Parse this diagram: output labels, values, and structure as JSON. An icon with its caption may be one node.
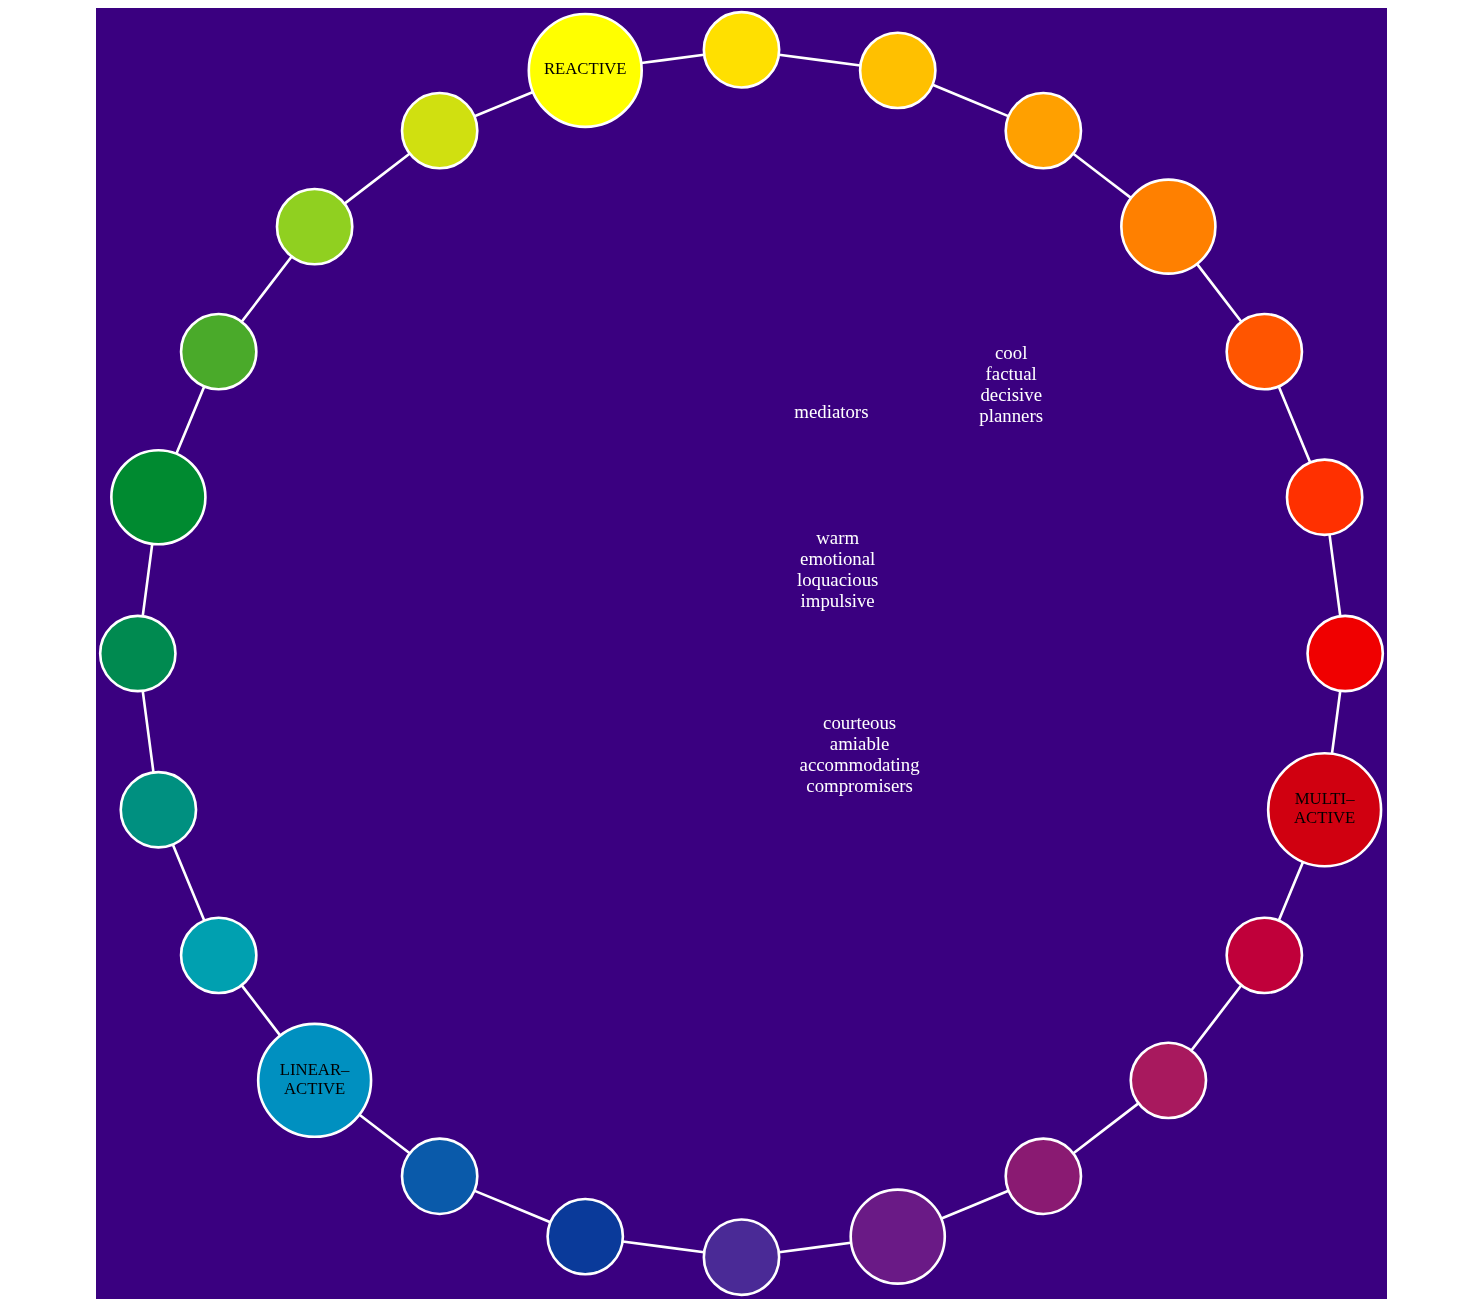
{
  "diagram": {
    "nodes": [
      {
        "text": [
          "MULTI– ACTIVE"
        ]
      },
      {
        "text": [],
        "shape": "circle"
      },
      {
        "text": [],
        "shape": "circle"
      },
      {
        "text": [],
        "shape": "circle"
      },
      {
        "text": [],
        "shape": "circle"
      },
      {
        "text": [],
        "shape": "circle"
      },
      {
        "text": [],
        "shape": "circle"
      },
      {
        "text": [],
        "shape": "circle"
      },
      {
        "text": [],
        "shape": "circle"
      },
      {
        "text": [],
        "shape": "circle"
      },
      {
        "text": [],
        "shape": "circle"
      },
      {
        "text": [],
        "shape": "circle"
      },
      {
        "text": [],
        "shape": "circle"
      },
      {
        "text": [],
        "shape": "circle"
      },
      {
        "text": [],
        "shape": "circle"
      },
      {
        "text": [
          "LINEAR– ACTIVE"
        ]
      },
      {
        "text": [],
        "shape": "circle"
      },
      {
        "text": [],
        "shape": "circle"
      },
      {
        "text": [],
        "shape": "circle"
      },
      {
        "text": [],
        "shape": "circle"
      },
      {
        "text": [],
        "shape": "circle"
      },
      {
        "text": [],
        "shape": "circle"
      },
      {
        "text": [],
        "shape": "circle"
      },
      {
        "text": [
          "REACTIVE"
        ]
      }
    ],
    "edges": [
      {
        "from": 0,
        "to": 1,
        "arrow": "none"
      },
      {
        "from": 1,
        "to": 3,
        "arrow": "none"
      },
      {
        "from": 3,
        "to": 5,
        "arrow": "none"
      },
      {
        "from": 5,
        "to": 7,
        "arrow": "none"
      },
      {
        "from": 7,
        "to": 9,
        "arrow": "none"
      },
      {
        "from": 9,
        "to": 11,
        "arrow": "none"
      },
      {
        "from": 11,
        "to": 13,
        "arrow": "none"
      },
      {
        "from": 13,
        "to": 15,
        "arrow": "none"
      },
      {
        "from": 15,
        "to": 16,
        "arrow": "none"
      },
      {
        "from": 16,
        "to": 17,
        "arrow": "none"
      },
      {
        "from": 17,
        "to": 18,
        "arrow": "none"
      },
      {
        "from": 18,
        "to": 19,
        "arrow": "none"
      },
      {
        "from": 19,
        "to": 20,
        "arrow": "none"
      },
      {
        "from": 20,
        "to": 21,
        "arrow": "none"
      },
      {
        "from": 21,
        "to": 22,
        "arrow": "none"
      },
      {
        "from": 22,
        "to": 23,
        "arrow": "none"
      },
      {
        "from": 23,
        "to": 14,
        "arrow": "none"
      },
      {
        "from": 14,
        "to": 12,
        "arrow": "none"
      },
      {
        "from": 12,
        "to": 10,
        "arrow": "none"
      },
      {
        "from": 10,
        "to": 8,
        "arrow": "none"
      },
      {
        "from": 8,
        "to": 6,
        "arrow": "none"
      },
      {
        "from": 6,
        "to": 4,
        "arrow": "none"
      },
      {
        "from": 4,
        "to": 2,
        "arrow": "none"
      },
      {
        "from": 2,
        "to": 0,
        "arrow": "none"
      }
    ],
    "labels": [
      "warm emotional loquacious impulsive",
      "mediators",
      "cool factual decisive planners",
      "courteous amiable accommodating compromisers"
    ]
  }
}
